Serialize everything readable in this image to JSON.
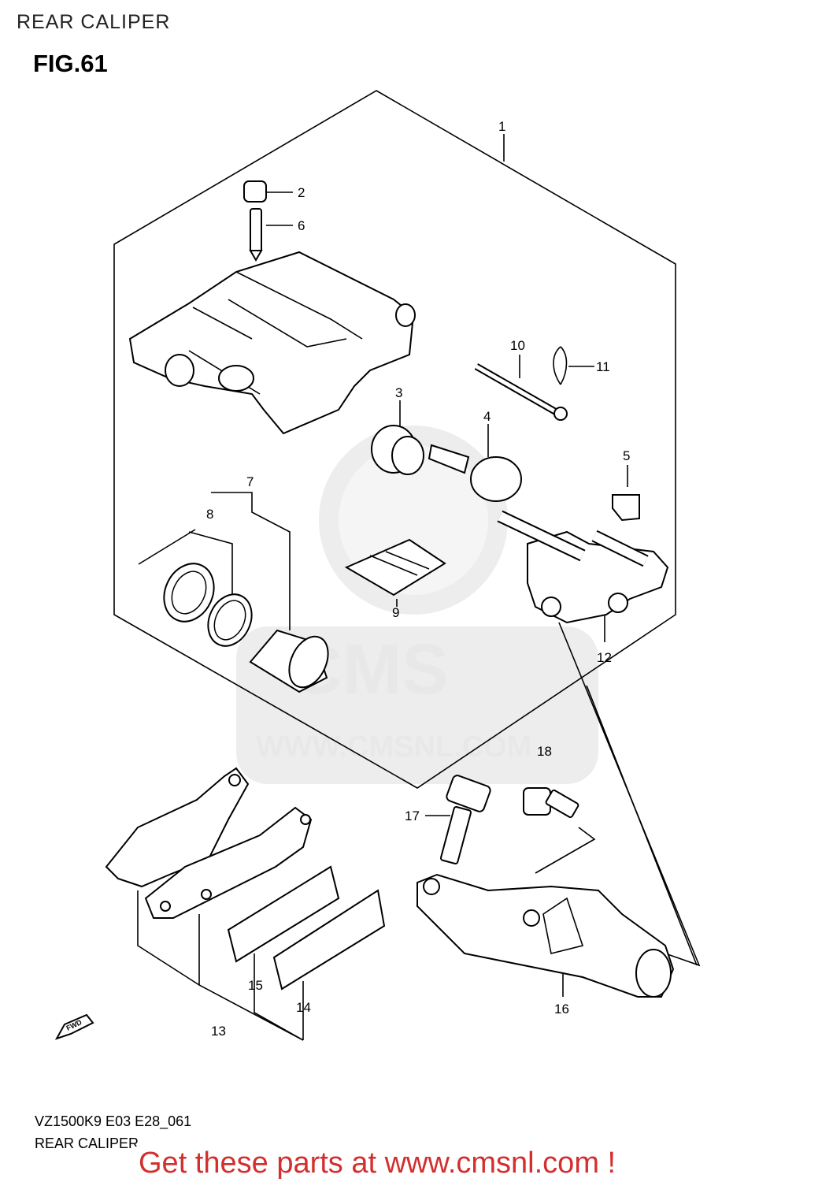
{
  "header": {
    "title": "REAR CALIPER",
    "figure": "FIG.61"
  },
  "callouts": {
    "1": "1",
    "2": "2",
    "3": "3",
    "4": "4",
    "5": "5",
    "6": "6",
    "7": "7",
    "8": "8",
    "9": "9",
    "10": "10",
    "11": "11",
    "12": "12",
    "13": "13",
    "14": "14",
    "15": "15",
    "16": "16",
    "17": "17",
    "18": "18"
  },
  "diagram": {
    "fwd_label": "FWD"
  },
  "watermark": {
    "brand": "CMS",
    "url": "WWW.CMSNL.COM"
  },
  "footer": {
    "model_code": "VZ1500K9 E03 E28_061",
    "diagram_name": "REAR CALIPER",
    "banner": "Get these parts at www.cmsnl.com !"
  },
  "colors": {
    "banner_text": "#d32f2f",
    "line_art": "#000000",
    "watermark": "#e6e6e6"
  }
}
